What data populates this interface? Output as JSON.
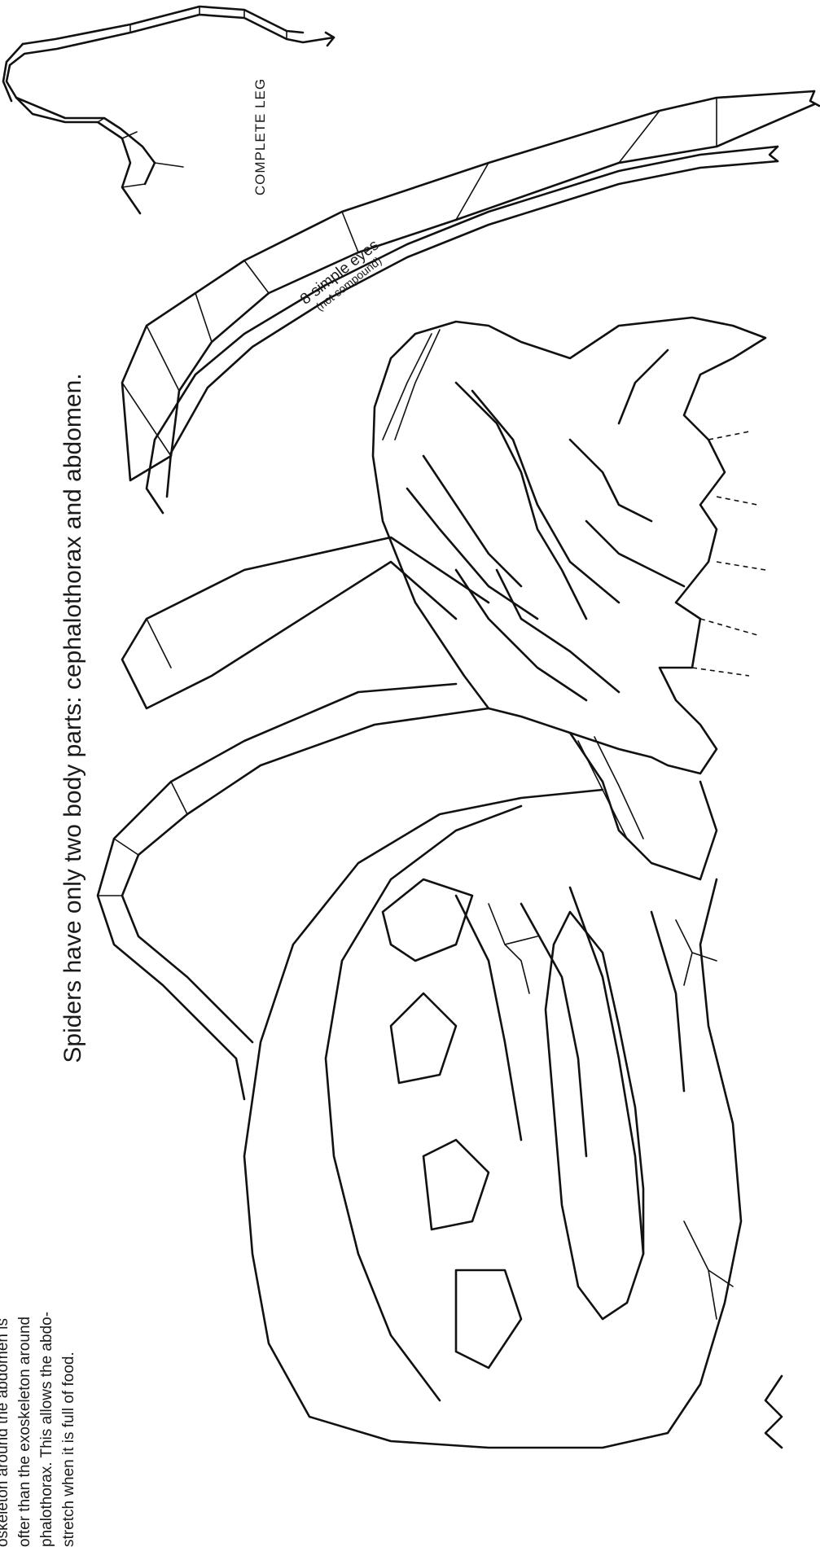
{
  "title": "Spiders have only two body parts:  cephalothorax and abdomen.",
  "leg_label": "COMPLETE  LEG",
  "eyes_label": "8 simple eyes",
  "eyes_sublabel": "(not compound)",
  "exoskeleton_note": {
    "line1": "oskeleton around the abdomen is",
    "line2": "ofter than the exoskeleton around",
    "line3": "phalothorax.  This allows the abdo-",
    "line4": "stretch when it is full of food."
  }
}
